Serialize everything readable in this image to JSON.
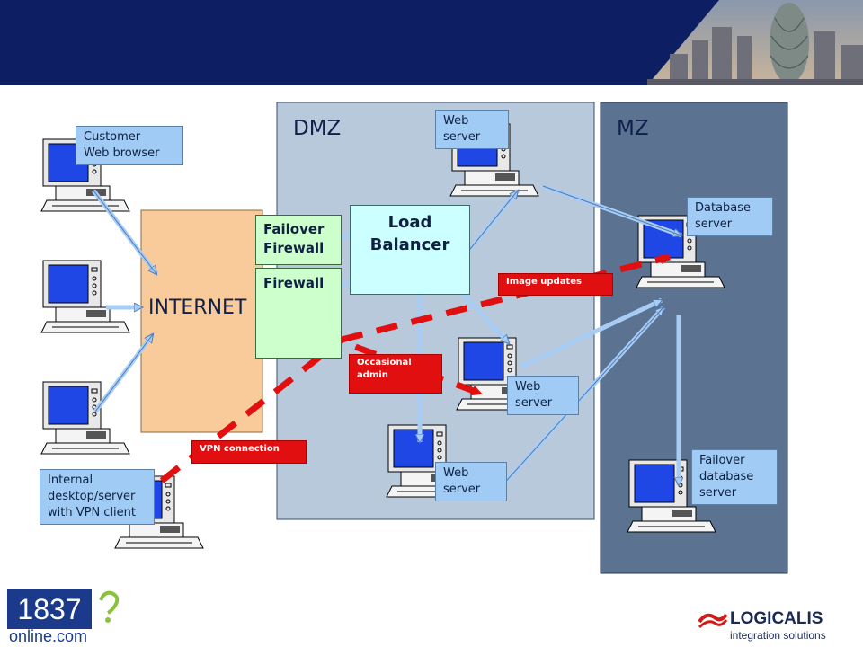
{
  "zones": {
    "dmz": "DMZ",
    "mz": "MZ",
    "internet": "INTERNET"
  },
  "devices": {
    "failover_firewall": "Failover\nFirewall",
    "firewall": "Firewall",
    "load_balancer": "Load\nBalancer"
  },
  "labels": {
    "customer": "Customer\nWeb browser",
    "web_server_top": "Web\nserver",
    "web_server_mid": "Web\nserver",
    "web_server_bottom": "Web\nserver",
    "database_server": "Database\nserver",
    "failover_db": "Failover\ndatabase\nserver",
    "internal": "Internal\ndesktop/server\nwith VPN client"
  },
  "flows": {
    "image_updates": "Image updates",
    "occasional_admin": "Occasional\nadmin",
    "vpn_connection": "VPN connection"
  },
  "logos": {
    "left_brand_top": "1837",
    "left_brand_bottom": "online.com",
    "right_brand_top": "LOGICALIS",
    "right_brand_bottom": "integration solutions"
  },
  "colors": {
    "header": "#0d1e63",
    "dmz": "#b9c9dc",
    "mz": "#5b7291",
    "internet": "#f9cb9b",
    "firewall": "#ccffcc",
    "load_balancer": "#ccffff",
    "label": "#9fcbf4",
    "arrow": "#a8cdf5",
    "red": "#e10f0f"
  }
}
